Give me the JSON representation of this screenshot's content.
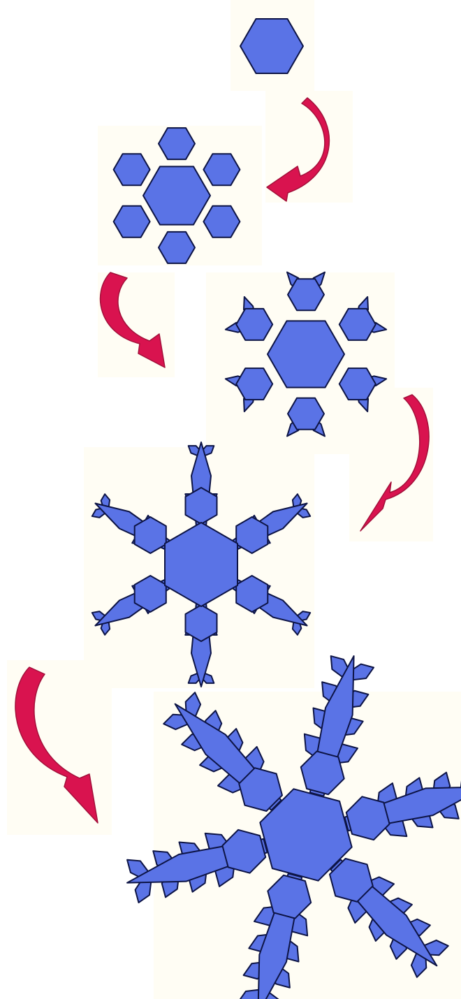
{
  "title": "",
  "stages": [
    {
      "id": "stage-1",
      "label": "",
      "shape": "hexagon"
    },
    {
      "id": "stage-2",
      "label": "",
      "shape": "hexagon-with-six-hexagon-lobes"
    },
    {
      "id": "stage-3",
      "label": "",
      "shape": "hexagon-lobes-with-small-side-spikes"
    },
    {
      "id": "stage-4",
      "label": "",
      "shape": "six-branch-dendrite"
    },
    {
      "id": "stage-5",
      "label": "",
      "shape": "six-branch-dendrite-large"
    }
  ],
  "arrows_count": 4,
  "colors": {
    "crystal_fill": "#5a73e6",
    "crystal_stroke": "#0d1445",
    "arrow_fill": "#d9134f",
    "arrow_dark": "#a3103a",
    "tile_background": "#fffdf4"
  }
}
